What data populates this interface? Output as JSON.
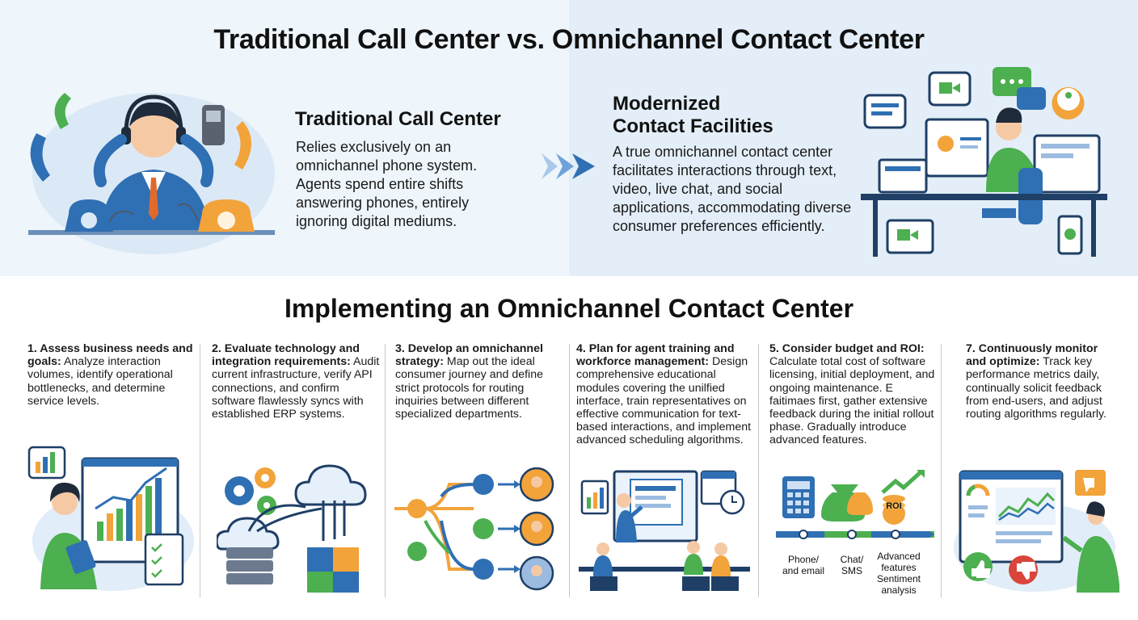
{
  "title": "Traditional Call Center vs. Omnichannel Contact Center",
  "traditional": {
    "heading": "Traditional Call Center",
    "text": "Relies exclusively on an omnichannel phone system. Agents spend entire shifts answering phones, entirely ignoring digital mediums."
  },
  "modern": {
    "heading_line1": "Modernized",
    "heading_line2": "Contact Facilities",
    "text": "A true omnichannel contact center facilitates interactions through text, video, live chat, and social applications, accommodating diverse consumer preferences efficiently."
  },
  "section_title": "Implementing an Omnichannel Contact Center",
  "steps": [
    {
      "title": "1. Assess business needs and goals:",
      "text": "Analyze interaction volumes, identify operational bottlenecks, and determine service levels."
    },
    {
      "title": "2. Evaluate technology and integration requirements:",
      "text": "Audit current infrastructure, verify API connections, and confirm software flawlessly syncs with established ERP systems."
    },
    {
      "title": "3. Develop an omnichannel strategy:",
      "text": "Map out the ideal consumer journey and define strict protocols for routing inquiries between different specialized departments."
    },
    {
      "title": "4. Plan for agent training and workforce management:",
      "text": "Design comprehensive educational modules covering the unilfied interface, train representatives on effective communication for text-based interactions, and implement advanced scheduling algorithms."
    },
    {
      "title": "5. Consider budget and ROI:",
      "text": "Calculate total cost of software licensing, initial deployment, and ongoing maintenance. E faitimaes first, gather extensive feedback during the initial rollout phase. Gradually introduce advanced features."
    },
    {
      "title": "7. Continuously monitor and optimize:",
      "text": "Track key performance metrics daily, continually solicit feedback from end-users, and adjust routing algorithms regularly."
    }
  ],
  "timeline": {
    "labels": [
      "Phone/ and email",
      "Chat/ SMS",
      "Advanced features Sentiment analysis"
    ],
    "roi_label": "ROI"
  },
  "colors": {
    "blue": "#2f6fb3",
    "green": "#4caf50",
    "orange": "#f2a33a",
    "navy": "#1f3f66"
  }
}
